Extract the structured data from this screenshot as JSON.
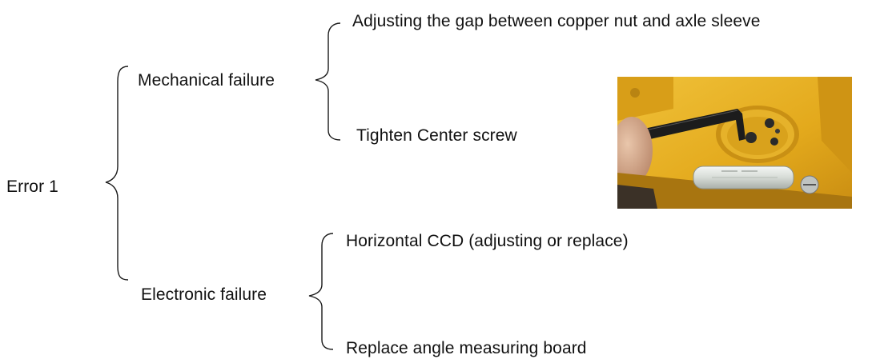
{
  "root": {
    "label": "Error 1"
  },
  "branches": [
    {
      "label": "Mechanical failure",
      "items": [
        "Adjusting the gap between copper nut and axle sleeve",
        "Tighten Center screw"
      ]
    },
    {
      "label": "Electronic failure",
      "items": [
        "Horizontal CCD (adjusting or replace)",
        "Replace angle measuring board"
      ]
    }
  ],
  "photo": {
    "subject": "hex key tightening center screw on yellow instrument base with level vial",
    "colors": {
      "body": "#e8b21e",
      "shadow": "#b57d0e",
      "key": "#1c1c1c",
      "vial": "#dfe3e0"
    }
  }
}
